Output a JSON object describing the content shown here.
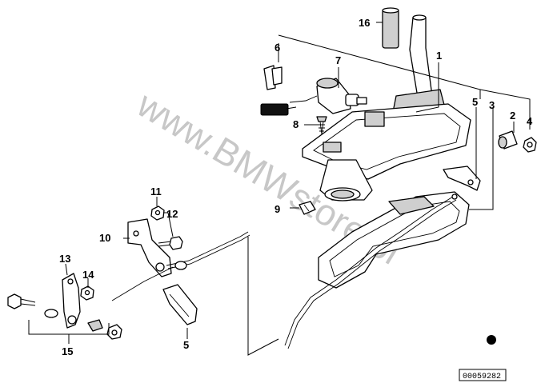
{
  "diagram": {
    "watermark": "www.BMWstore.pl",
    "reference_code": "00059282",
    "callouts": {
      "c1": "1",
      "c2": "2",
      "c3": "3",
      "c4": "4",
      "c5a": "5",
      "c5b": "5",
      "c6": "6",
      "c7": "7",
      "c8": "8",
      "c9": "9",
      "c10": "10",
      "c11": "11",
      "c12": "12",
      "c13": "13",
      "c14": "14",
      "c15": "15",
      "c16": "16"
    }
  }
}
